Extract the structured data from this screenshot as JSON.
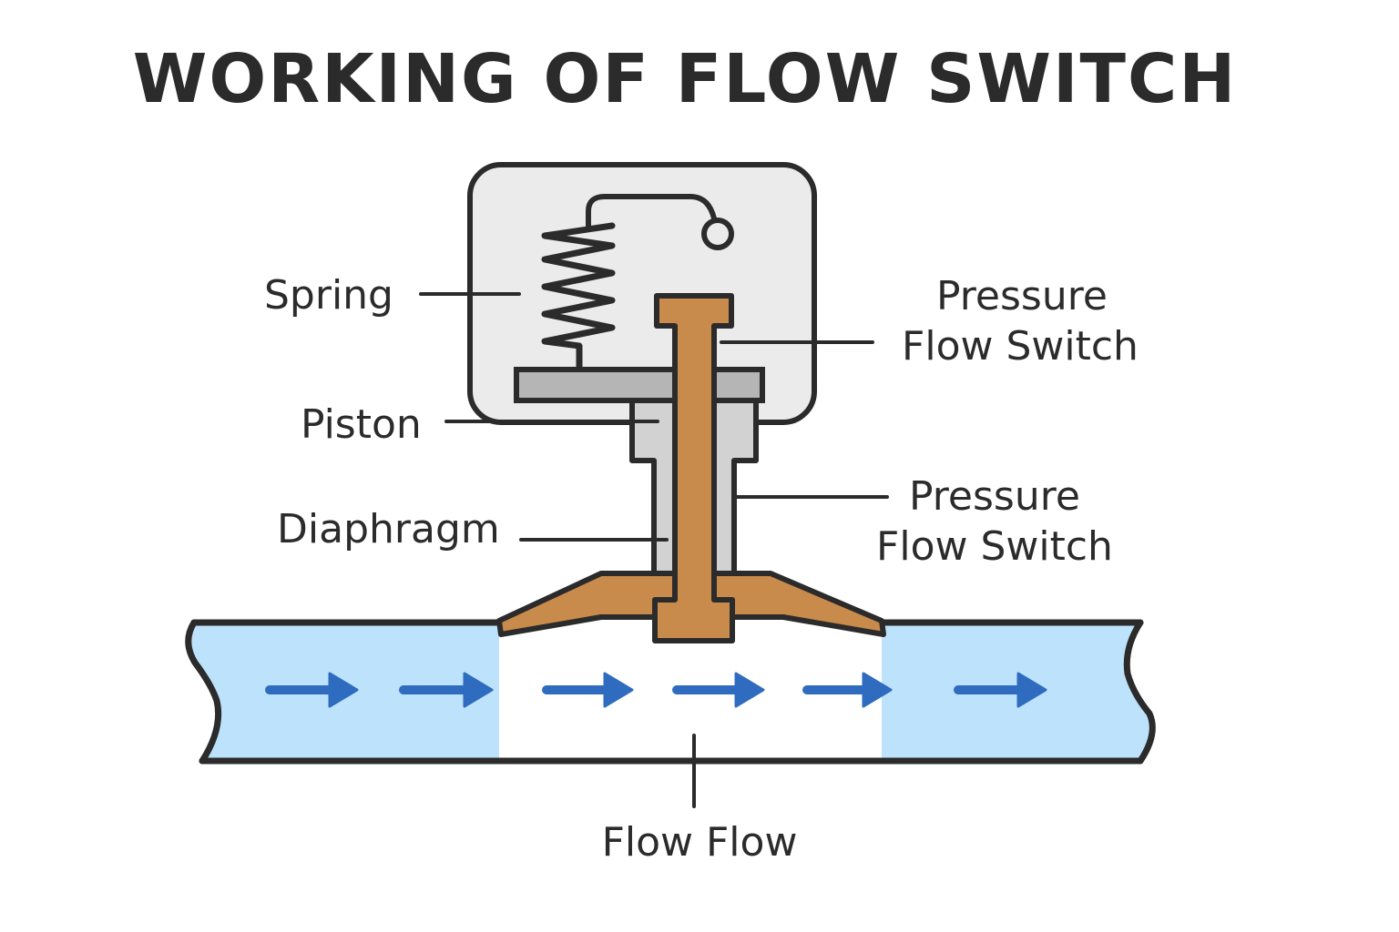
{
  "title": "WORKING OF FLOW SWITCH",
  "labels": {
    "spring": "Spring",
    "piston": "Piston",
    "diaphragm": "Diaphragm",
    "pressure_switch_top_line1": "Pressure",
    "pressure_switch_top_line2": "Flow Switch",
    "pressure_switch_mid_line1": "Pressure",
    "pressure_switch_mid_line2": "Flow Switch",
    "flow": "Flow Flow"
  },
  "colors": {
    "outline": "#2b2b2b",
    "housing": "#ebebeb",
    "piston_plate": "#b5b5b5",
    "guide": "#d2d2d2",
    "stem": "#c98b4b",
    "pipe_fluid": "#bde2fb",
    "arrow": "#2f6cbf"
  },
  "flow_arrows_count": 6
}
